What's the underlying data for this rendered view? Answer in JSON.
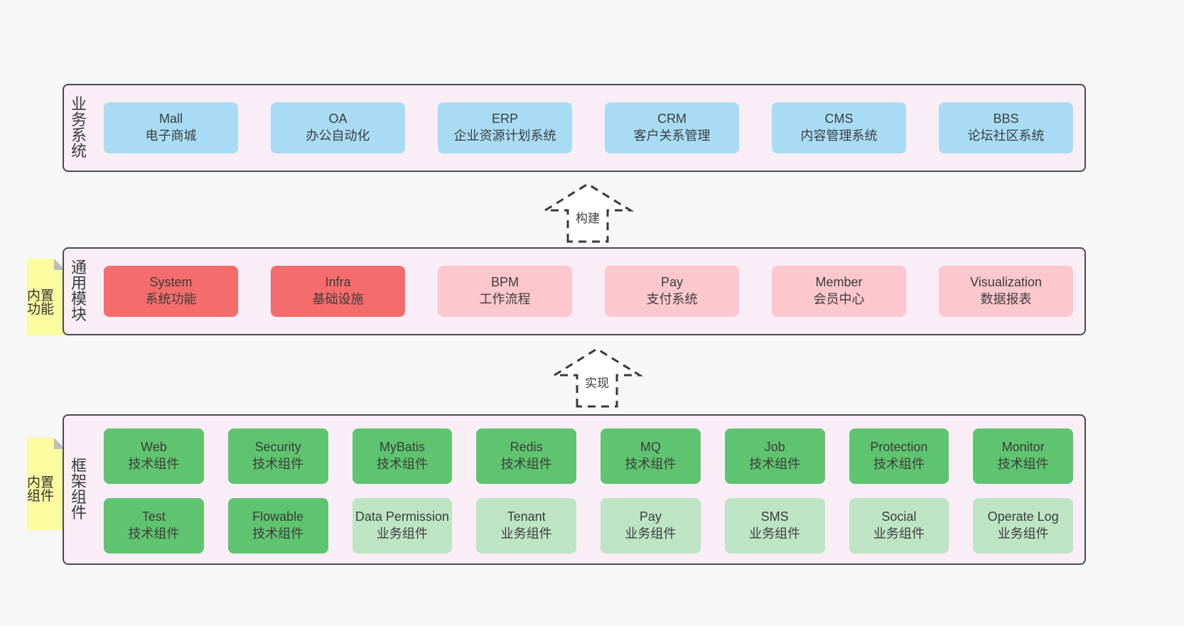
{
  "colors": {
    "page_bg": "#f7f7f7",
    "band_bg": "#f9edf6",
    "band_border": "#4b4b4b",
    "box_blue": "#a8dcf4",
    "box_red": "#f56c6c",
    "box_pink": "#fcc7ce",
    "box_green": "#5fc46f",
    "box_lightgreen": "#bde5c4",
    "note_yellow": "#fbfb9f",
    "note_fold_gray": "#bdbdbd",
    "text_dark": "#3d3d3d"
  },
  "notes": [
    {
      "text": "内置功能"
    },
    {
      "text": "内置组件"
    }
  ],
  "arrows": [
    {
      "label": "构建"
    },
    {
      "label": "实现"
    }
  ],
  "bands": [
    {
      "label": "业务系统",
      "boxes": [
        {
          "name": "Mall",
          "desc": "电子商城",
          "variant": "blue"
        },
        {
          "name": "OA",
          "desc": "办公自动化",
          "variant": "blue"
        },
        {
          "name": "ERP",
          "desc": "企业资源计划系统",
          "variant": "blue"
        },
        {
          "name": "CRM",
          "desc": "客户关系管理",
          "variant": "blue"
        },
        {
          "name": "CMS",
          "desc": "内容管理系统",
          "variant": "blue"
        },
        {
          "name": "BBS",
          "desc": "论坛社区系统",
          "variant": "blue"
        }
      ]
    },
    {
      "label": "通用模块",
      "boxes": [
        {
          "name": "System",
          "desc": "系统功能",
          "variant": "red"
        },
        {
          "name": "Infra",
          "desc": "基础设施",
          "variant": "red"
        },
        {
          "name": "BPM",
          "desc": "工作流程",
          "variant": "pink"
        },
        {
          "name": "Pay",
          "desc": "支付系统",
          "variant": "pink"
        },
        {
          "name": "Member",
          "desc": "会员中心",
          "variant": "pink"
        },
        {
          "name": "Visualization",
          "desc": "数据报表",
          "variant": "pink"
        }
      ]
    },
    {
      "label": "框架组件",
      "rows": [
        [
          {
            "name": "Web",
            "desc": "技术组件",
            "variant": "green"
          },
          {
            "name": "Security",
            "desc": "技术组件",
            "variant": "green"
          },
          {
            "name": "MyBatis",
            "desc": "技术组件",
            "variant": "green"
          },
          {
            "name": "Redis",
            "desc": "技术组件",
            "variant": "green"
          },
          {
            "name": "MQ",
            "desc": "技术组件",
            "variant": "green"
          },
          {
            "name": "Job",
            "desc": "技术组件",
            "variant": "green"
          },
          {
            "name": "Protection",
            "desc": "技术组件",
            "variant": "green"
          },
          {
            "name": "Monitor",
            "desc": "技术组件",
            "variant": "green"
          }
        ],
        [
          {
            "name": "Test",
            "desc": "技术组件",
            "variant": "green"
          },
          {
            "name": "Flowable",
            "desc": "技术组件",
            "variant": "green"
          },
          {
            "name": "Data Permission",
            "desc": "业务组件",
            "variant": "lightgreen"
          },
          {
            "name": "Tenant",
            "desc": "业务组件",
            "variant": "lightgreen"
          },
          {
            "name": "Pay",
            "desc": "业务组件",
            "variant": "lightgreen"
          },
          {
            "name": "SMS",
            "desc": "业务组件",
            "variant": "lightgreen"
          },
          {
            "name": "Social",
            "desc": "业务组件",
            "variant": "lightgreen"
          },
          {
            "name": "Operate Log",
            "desc": "业务组件",
            "variant": "lightgreen"
          }
        ]
      ]
    }
  ]
}
